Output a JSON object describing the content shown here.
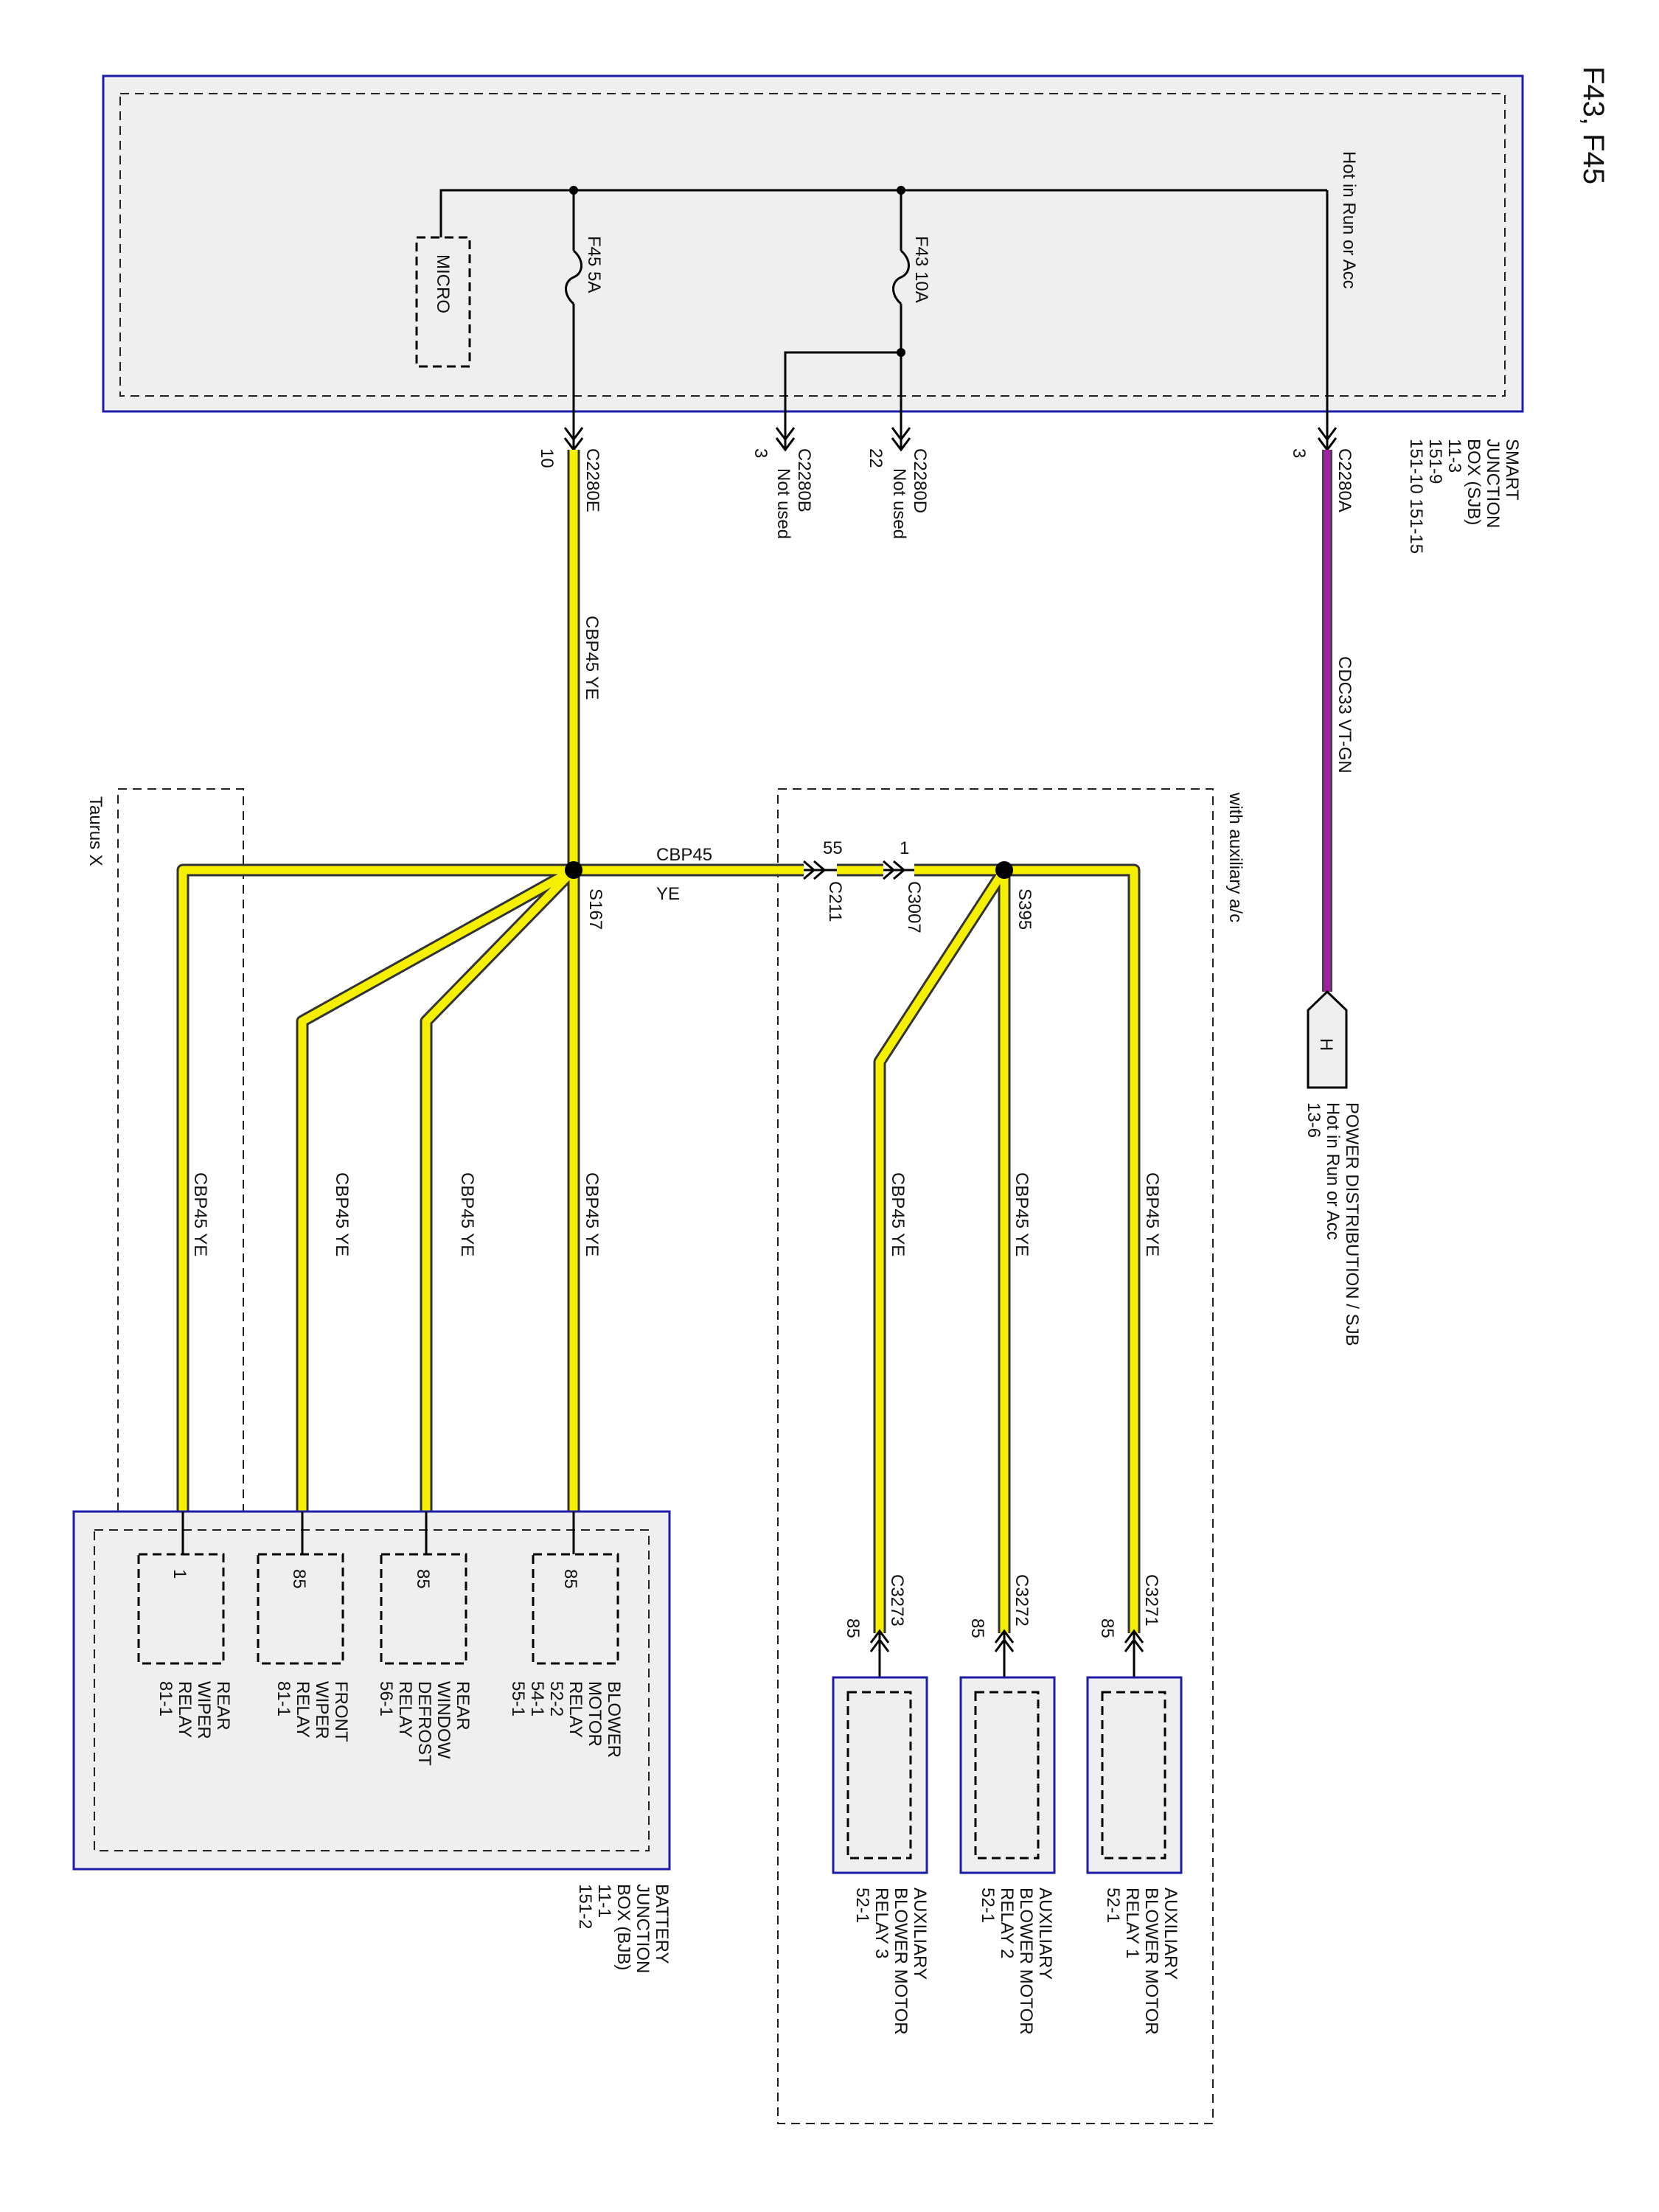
{
  "title": "F43, F45",
  "sjb": {
    "lines": [
      "SMART",
      "JUNCTION",
      "BOX (SJB)",
      "11-3",
      "151-9",
      "151-10  151-15"
    ],
    "hot_label": "Hot in Run or Acc",
    "micro": "MICRO",
    "f45": "F45  5A",
    "f43": "F43  10A",
    "pins": {
      "c2280a": {
        "name": "C2280A",
        "pin": "3"
      },
      "c2280d": {
        "name": "C2280D",
        "pin": "22",
        "note": "Not used"
      },
      "c2280b": {
        "name": "C2280B",
        "pin": "3",
        "note": "Not used"
      },
      "c2280e": {
        "name": "C2280E",
        "pin": "10"
      }
    }
  },
  "power": {
    "letter": "H",
    "lines": [
      "POWER DISTRIBUTION / SJB",
      "Hot in Run or Acc",
      "13-6"
    ]
  },
  "wires": {
    "cdc33": "CDC33   VT-GN",
    "cbp45_ye": "CBP45   YE",
    "cbp45": "CBP45",
    "ye": "YE"
  },
  "splices": {
    "s167": "S167",
    "s395": "S395"
  },
  "connectors": {
    "c211": {
      "name": "C211",
      "pin": "55"
    },
    "c3007": {
      "name": "C3007",
      "pin": "1"
    }
  },
  "groups": {
    "aux": "with auxiliary a/c",
    "taurus": "Taurus X"
  },
  "aux_relays": [
    {
      "conn": "C3271",
      "pin": "85",
      "lines": [
        "AUXILIARY",
        "BLOWER MOTOR",
        "RELAY 1",
        "52-1"
      ]
    },
    {
      "conn": "C3272",
      "pin": "85",
      "lines": [
        "AUXILIARY",
        "BLOWER MOTOR",
        "RELAY 2",
        "52-1"
      ]
    },
    {
      "conn": "C3273",
      "pin": "85",
      "lines": [
        "AUXILIARY",
        "BLOWER MOTOR",
        "RELAY 3",
        "52-1"
      ]
    }
  ],
  "bjb": {
    "lines": [
      "BATTERY",
      "JUNCTION",
      "BOX (BJB)",
      "11-1",
      "151-2"
    ],
    "relays": [
      {
        "pin": "85",
        "lines": [
          "BLOWER",
          "MOTOR",
          "RELAY",
          "52-2",
          "54-1",
          "55-1"
        ]
      },
      {
        "pin": "85",
        "lines": [
          "REAR",
          "WINDOW",
          "DEFROST",
          "RELAY",
          "56-1"
        ]
      },
      {
        "pin": "85",
        "lines": [
          "FRONT",
          "WIPER",
          "RELAY",
          "81-1"
        ]
      },
      {
        "pin": "1",
        "lines": [
          "REAR",
          "WIPER",
          "RELAY",
          "81-1"
        ]
      }
    ]
  },
  "colors": {
    "wire_yellow": "#f5f000",
    "wire_violet": "#a020a0",
    "box_blue": "#1c1ca8",
    "box_fill": "#efefef"
  }
}
